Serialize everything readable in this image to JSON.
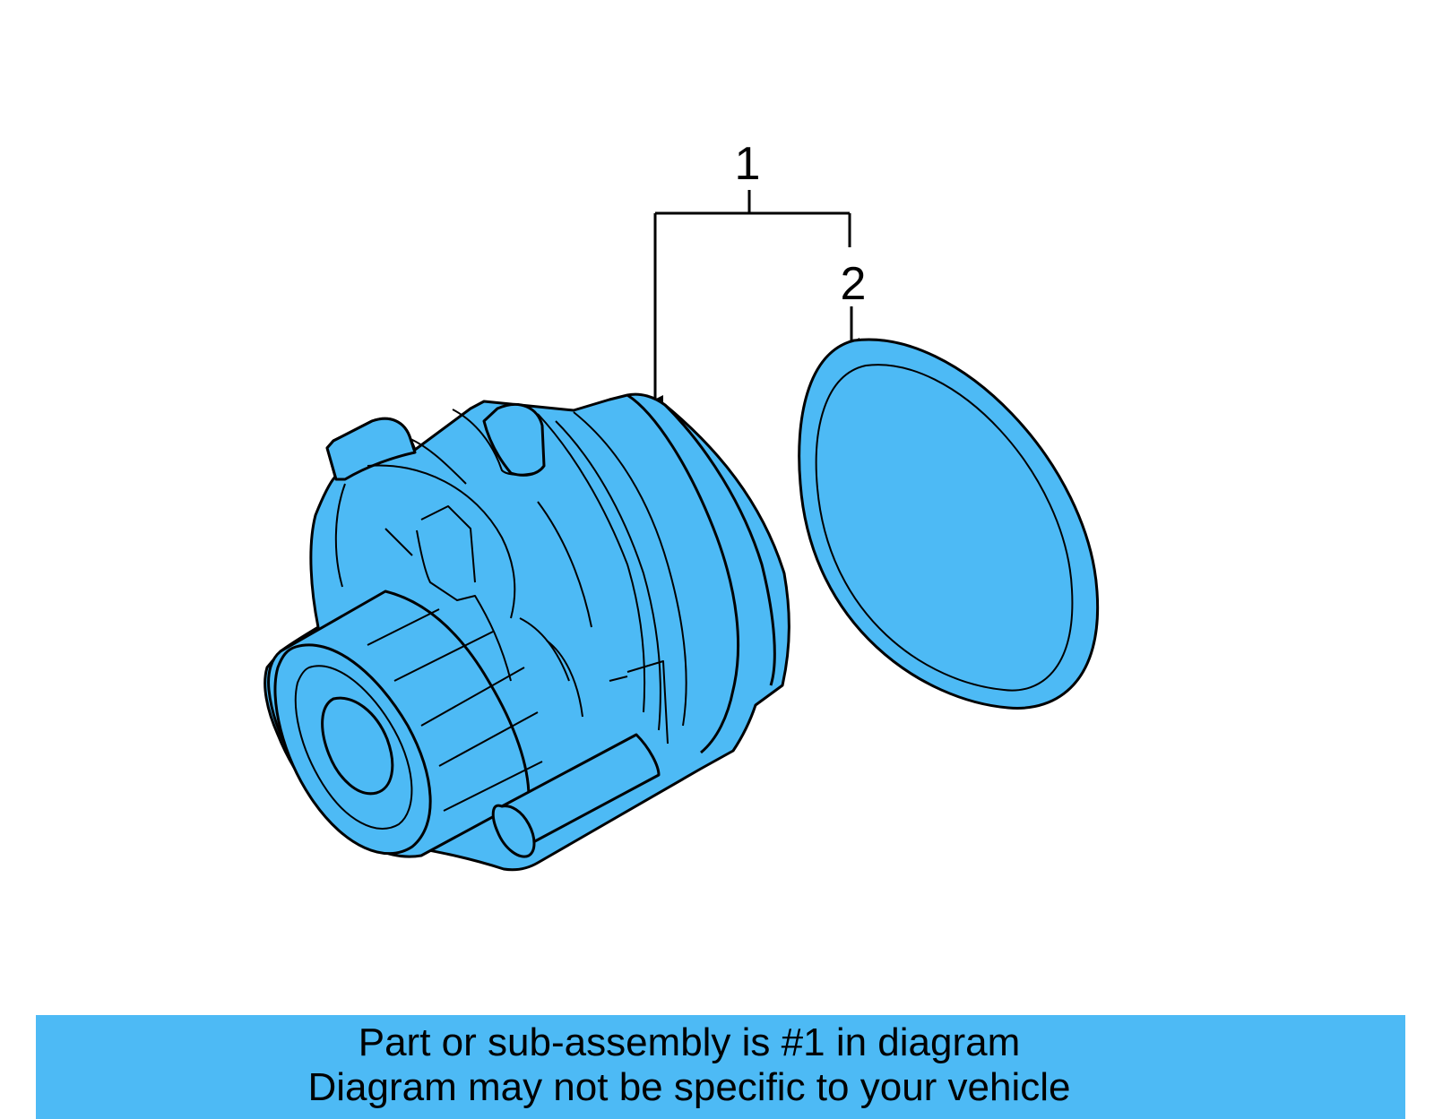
{
  "diagram": {
    "callouts": [
      "1",
      "2"
    ],
    "fill_color": "#4dbaf5",
    "stroke_color": "#000000"
  },
  "banner": {
    "line1": "Part or sub-assembly is #1 in diagram",
    "line2": "Diagram may not be specific to your vehicle",
    "background": "#4dbaf5"
  }
}
